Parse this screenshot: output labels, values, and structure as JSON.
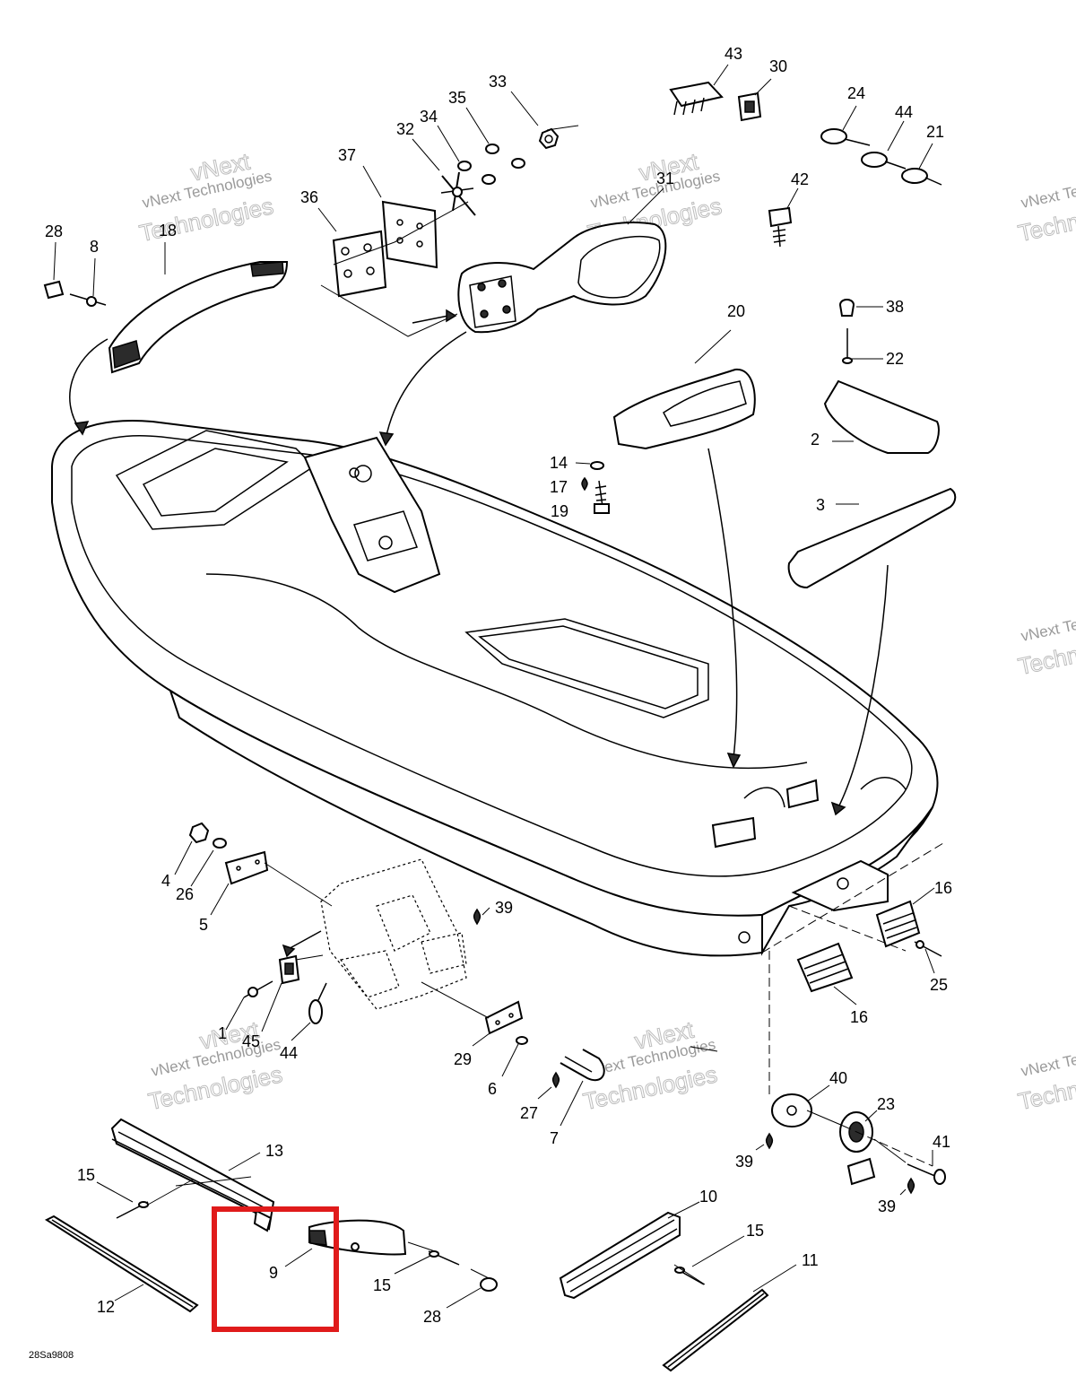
{
  "diagram": {
    "drawing_code": "28Sa9808",
    "highlight_color": "#e01b1b",
    "highlighted_part": "9",
    "watermark": {
      "line1": "vNext Technologies",
      "line2": "Technologies",
      "overlay": "vNext"
    },
    "callouts": [
      {
        "label": "43"
      },
      {
        "label": "30"
      },
      {
        "label": "33"
      },
      {
        "label": "35"
      },
      {
        "label": "34"
      },
      {
        "label": "32"
      },
      {
        "label": "37"
      },
      {
        "label": "24"
      },
      {
        "label": "44"
      },
      {
        "label": "21"
      },
      {
        "label": "31"
      },
      {
        "label": "36"
      },
      {
        "label": "42"
      },
      {
        "label": "28"
      },
      {
        "label": "8"
      },
      {
        "label": "18"
      },
      {
        "label": "38"
      },
      {
        "label": "20"
      },
      {
        "label": "22"
      },
      {
        "label": "2"
      },
      {
        "label": "14"
      },
      {
        "label": "17"
      },
      {
        "label": "19"
      },
      {
        "label": "3"
      },
      {
        "label": "4"
      },
      {
        "label": "26"
      },
      {
        "label": "5"
      },
      {
        "label": "39"
      },
      {
        "label": "16"
      },
      {
        "label": "25"
      },
      {
        "label": "16"
      },
      {
        "label": "1"
      },
      {
        "label": "45"
      },
      {
        "label": "44"
      },
      {
        "label": "29"
      },
      {
        "label": "6"
      },
      {
        "label": "27"
      },
      {
        "label": "7"
      },
      {
        "label": "40"
      },
      {
        "label": "23"
      },
      {
        "label": "39"
      },
      {
        "label": "41"
      },
      {
        "label": "39"
      },
      {
        "label": "13"
      },
      {
        "label": "15"
      },
      {
        "label": "10"
      },
      {
        "label": "15"
      },
      {
        "label": "11"
      },
      {
        "label": "9"
      },
      {
        "label": "15"
      },
      {
        "label": "12"
      },
      {
        "label": "28"
      }
    ]
  }
}
